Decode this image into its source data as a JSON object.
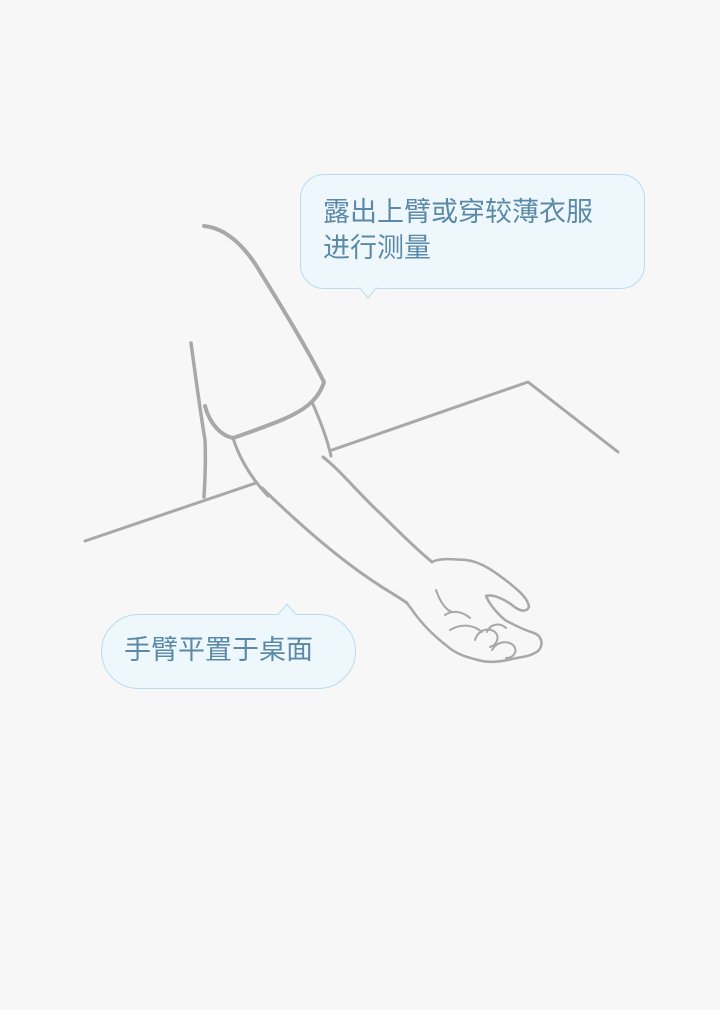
{
  "callouts": {
    "upper_arm": {
      "line1": "露出上臂或穿较薄衣服",
      "line2": "进行测量"
    },
    "arm_on_table": {
      "text": "手臂平置于桌面"
    }
  },
  "colors": {
    "background": "#f7f7f7",
    "line_art": "#a8a8a8",
    "bubble_fill": "#eef7fc",
    "bubble_border": "#b9dcef",
    "bubble_text": "#5a8aa8"
  }
}
